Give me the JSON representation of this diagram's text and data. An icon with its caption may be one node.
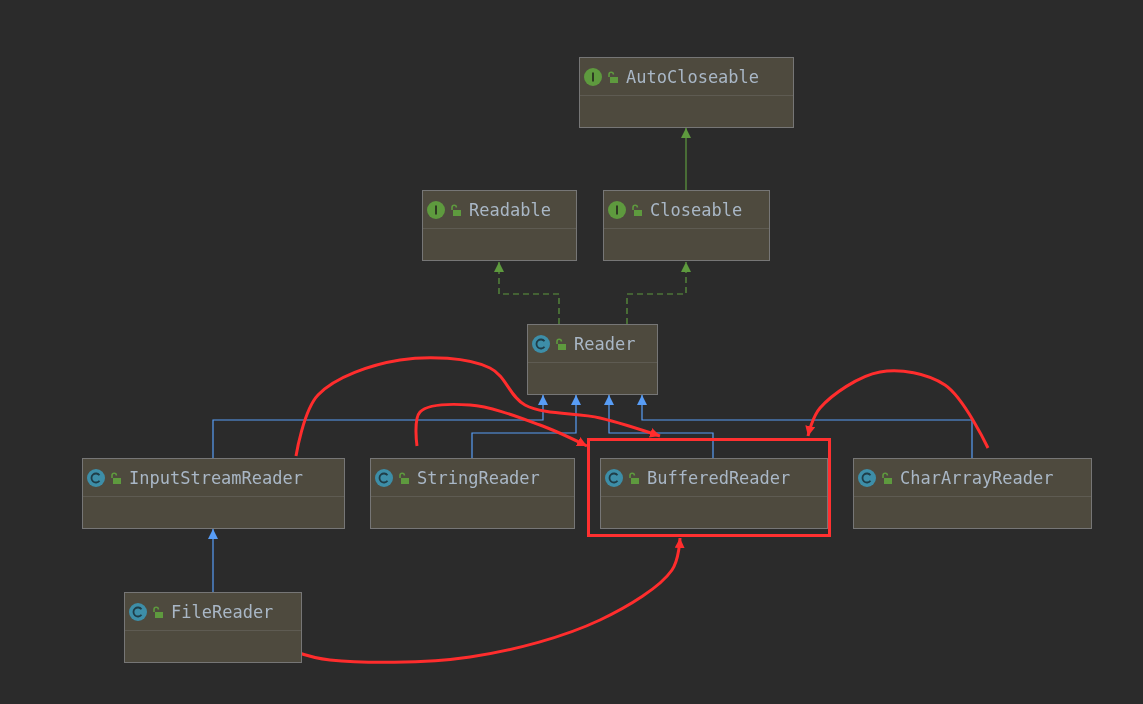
{
  "diagram": {
    "nodes": [
      {
        "text": [
          "AutoCloseable"
        ]
      },
      {
        "text": [
          "Readable"
        ]
      },
      {
        "text": [
          "Closeable"
        ]
      },
      {
        "text": [
          "Reader"
        ]
      },
      {
        "text": [
          "InputStreamReader"
        ]
      },
      {
        "text": [
          "StringReader"
        ]
      },
      {
        "text": [],
        "shape": "box"
      },
      {
        "text": [
          "BufferedReader"
        ],
        "in": 6
      },
      {
        "text": [
          "CharArrayReader"
        ]
      },
      {
        "text": [
          "FileReader"
        ]
      }
    ],
    "edges": [
      {
        "from": 2,
        "to": 0,
        "arrow": "to",
        "color": "#5e9a3e"
      },
      {
        "from": 3,
        "to": 1,
        "arrow": "to",
        "style": "dashed",
        "color": "#5e9a3e"
      },
      {
        "from": 3,
        "to": 2,
        "arrow": "to",
        "style": "dashed",
        "color": "#5e9a3e"
      },
      {
        "from": 4,
        "to": 3,
        "arrow": "to"
      },
      {
        "from": 5,
        "to": 3,
        "arrow": "to"
      },
      {
        "from": 7,
        "to": 3,
        "arrow": "to"
      },
      {
        "from": 8,
        "to": 3,
        "arrow": "to"
      },
      {
        "from": 9,
        "to": 4,
        "arrow": "to"
      },
      {
        "from": 4,
        "to": 6,
        "arrow": "to",
        "style": "thick",
        "color": "#ff2d2d"
      },
      {
        "from": 5,
        "to": 6,
        "arrow": "to",
        "style": "thick",
        "color": "#ff2d2d"
      },
      {
        "from": 8,
        "to": 6,
        "arrow": "to",
        "style": "thick",
        "color": "#ff2d2d"
      },
      {
        "from": 9,
        "to": 6,
        "arrow": "to",
        "style": "thick",
        "color": "#ff2d2d"
      }
    ]
  }
}
